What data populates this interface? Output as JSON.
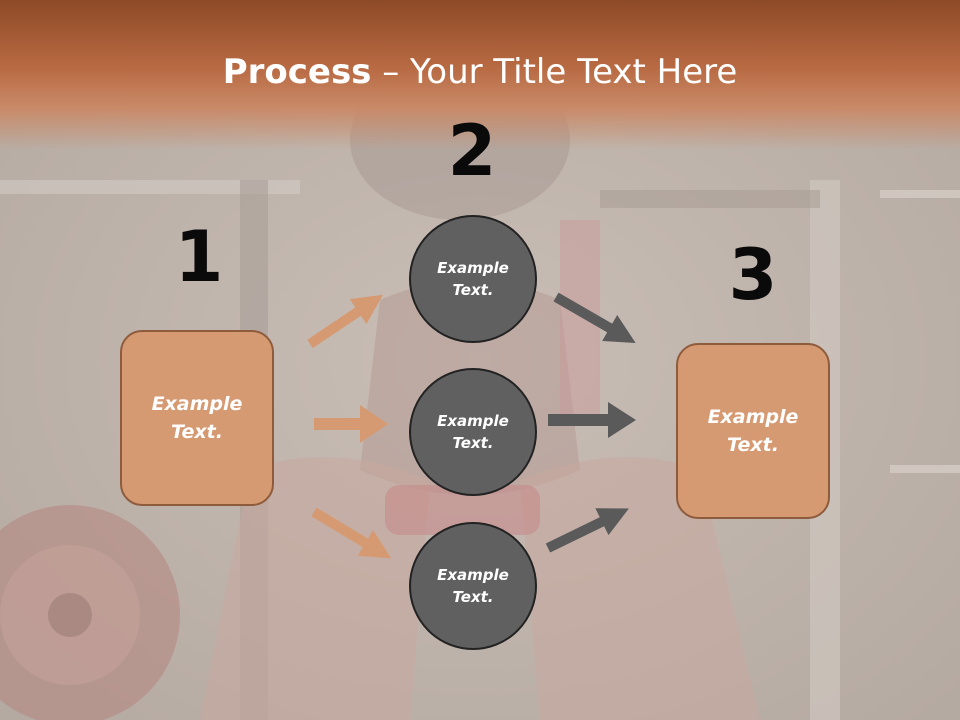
{
  "slide": {
    "title_bold": "Process",
    "title_rest": " – Your Title Text Here"
  },
  "steps": {
    "step1_number": "1",
    "step2_number": "2",
    "step3_number": "3"
  },
  "nodes": {
    "left_box": "Example\nText.",
    "circle_top": "Example\nText.",
    "circle_middle": "Example\nText.",
    "circle_bottom": "Example\nText.",
    "right_box": "Example\nText."
  },
  "colors": {
    "title_band": "#b86a42",
    "box_fill": "#d69a72",
    "circle_fill": "#606060",
    "arrow_orange": "#d69a72",
    "arrow_gray": "#5a5a5a"
  }
}
